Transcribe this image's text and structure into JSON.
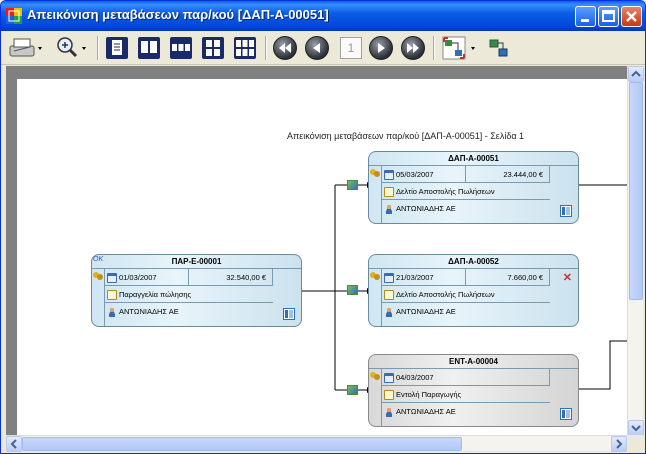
{
  "window": {
    "title": "Απεικόνιση μεταβάσεων παρ/κού [ΔΑΠ-Α-00051]",
    "titlebar_color": "#0a5ee6"
  },
  "toolbar": {
    "page_number": "1",
    "icons": [
      "print-icon",
      "zoom-icon",
      "page-single-icon",
      "page-two-icon",
      "page-three-icon",
      "page-four-icon",
      "page-six-icon",
      "first-page-icon",
      "prev-page-icon",
      "next-page-icon",
      "last-page-icon",
      "layout-expand-icon",
      "layout-collapse-icon"
    ]
  },
  "diagram": {
    "title": "Απεικόνιση μεταβάσεων παρ/κού [ΔΑΠ-Α-00051] - Σελίδα 1",
    "nodes": [
      {
        "id": "ΠΑΡ-Ε-00001",
        "date": "01/03/2007",
        "amount": "32.540,00 €",
        "type": "Παραγγελία πώλησης",
        "party": "ΑΝΤΩΝΙΑΔΗΣ ΑΕ",
        "status": "OK"
      },
      {
        "id": "ΔΑΠ-Α-00051",
        "date": "05/03/2007",
        "amount": "23.444,00 €",
        "type": "Δελτίο Αποστολής Πωλήσεων",
        "party": "ΑΝΤΩΝΙΑΔΗΣ ΑΕ"
      },
      {
        "id": "ΔΑΠ-Α-00052",
        "date": "21/03/2007",
        "amount": "7.660,00 €",
        "type": "Δελτίο Αποστολής Πωλήσεων",
        "party": "ΑΝΤΩΝΙΑΔΗΣ ΑΕ"
      },
      {
        "id": "ΕΝΤ-Α-00004",
        "date": "04/03/2007",
        "amount": "",
        "type": "Εντολή Παραγωγής",
        "party": "ΑΝΤΩΝΙΑΔΗΣ ΑΕ"
      }
    ]
  }
}
